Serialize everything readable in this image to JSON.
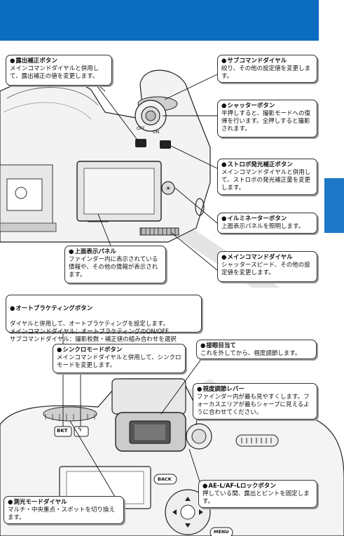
{
  "colors": {
    "header_blue": "#0b6cc0",
    "tab_blue": "#1e78c8"
  },
  "callouts": {
    "exposure_comp": {
      "title": "露出補正ボタン",
      "body": "メインコマンドダイヤルと併用して、露出補正の値を変更します。"
    },
    "sub_dial": {
      "title": "サブコマンドダイヤル",
      "body": "絞り、その他の設定値を変更します。"
    },
    "shutter": {
      "title": "シャッターボタン",
      "body": "半押しすると、撮影モードへの復帰を行います。全押しすると撮影されます。"
    },
    "strobe_comp": {
      "title": "ストロボ発光補正ボタン",
      "body": "メインコマンドダイヤルと併用して、ストロボの発光補正量を変更します。"
    },
    "illuminator": {
      "title": "イルミネーターボタン",
      "body": "上面表示パネルを照明します。"
    },
    "top_panel": {
      "title": "上面表示パネル",
      "body": "ファインダー内に表示されている情報や、その他の情報が表示されます。"
    },
    "main_dial": {
      "title": "メインコマンドダイヤル",
      "body": "シャッタースピード、その他の設定値を変更します。"
    },
    "bracketing": {
      "title": "オートブラケティングボタン",
      "body": "ダイヤルと併用して、オートブラケティングを設定します。\nメインコマンドダイヤル：オートブラケティングのON/OFF\nサブコマンドダイヤル：撮影枚数・補正値の組み合わせを選択"
    },
    "sync_mode": {
      "title": "シンクロモードボタン",
      "body": "メインコマンドダイヤルと併用して、シンクロモードを変更します。"
    },
    "eyepiece_cup": {
      "title": "接眼目当て",
      "body": "これを外してから、視度調節します。"
    },
    "diopter": {
      "title": "視度調節レバー",
      "body": "ファインダー内が最も見やすくします。フォーカスエリアが最もシャープに見えるように合わせてください。"
    },
    "ae_af_lock": {
      "title": "AE-L/AF-Lロックボタン",
      "body": "押している間、露出とピントを固定します。"
    },
    "metering": {
      "title": "測光モードダイヤル",
      "body": "マルチ・中央重点・スポットを切り換えます。"
    }
  },
  "camera_labels": {
    "bkt": "BKT",
    "back": "BACK",
    "menu": "MENU",
    "off": "OFF",
    "on": "ON"
  }
}
